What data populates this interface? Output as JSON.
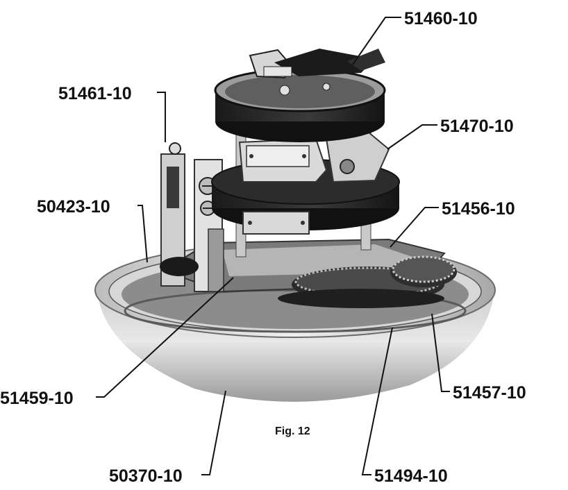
{
  "figure": {
    "caption": "Fig. 12",
    "subject_icon": "clock-movement-assembly-illustration"
  },
  "callouts": {
    "top": "51460-10",
    "upper_left": "51461-10",
    "upper_right": "51470-10",
    "left": "50423-10",
    "right_gear": "51456-10",
    "lower_left": "51459-10",
    "lower_right": "51457-10",
    "bottom_center": "50370-10",
    "bottom_right": "51494-10"
  },
  "colors": {
    "ink": "#111111",
    "background": "#ffffff"
  }
}
